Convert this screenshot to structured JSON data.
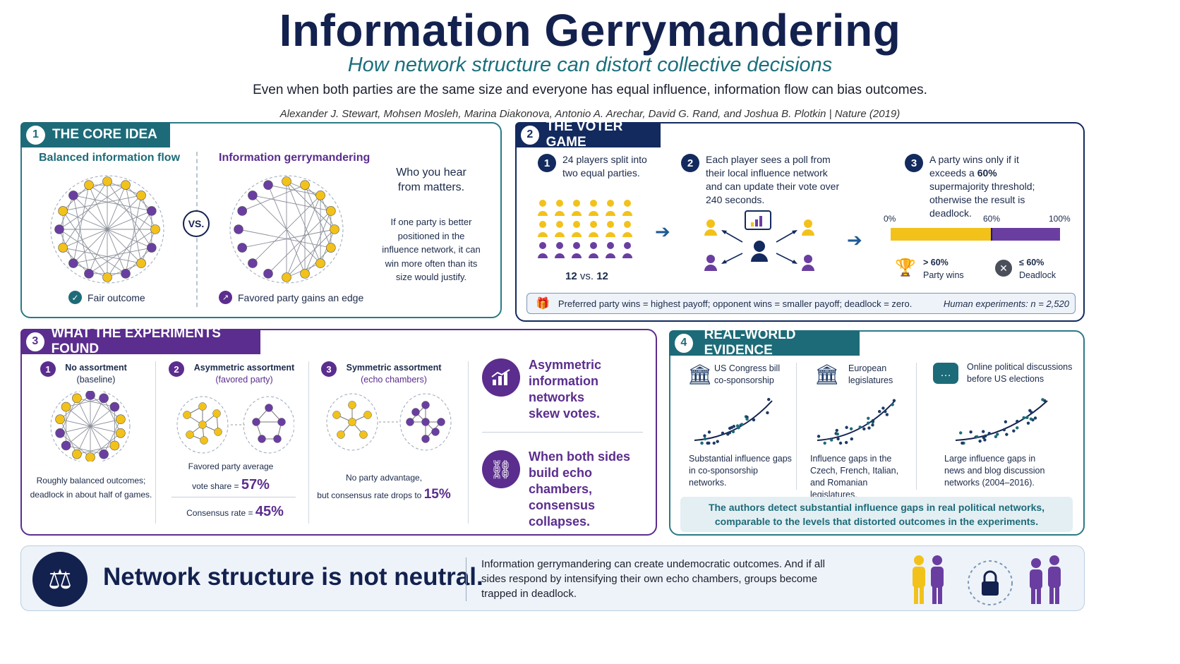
{
  "header": {
    "title": "Information Gerrymandering",
    "subtitle": "How network structure can distort collective decisions",
    "lede": "Even when both parties are the same size and everyone has equal influence, information flow can bias outcomes.",
    "citation": "Alexander J. Stewart, Mohsen Mosleh, Marina Diakonova, Antonio A. Arechar, David G. Rand, and Joshua B. Plotkin  |  Nature (2019)"
  },
  "core": {
    "num": "1",
    "title": "THE CORE IDEA",
    "left_label": "Balanced information flow",
    "right_label": "Information gerrymandering",
    "vs": "VS.",
    "left_caption": "Fair outcome",
    "right_caption": "Favored party gains an edge",
    "who_title": "Who you hear from matters.",
    "who_body": "If one party is better positioned in the influence network, it can win more often than its size would justify."
  },
  "voter": {
    "num": "2",
    "title": "THE VOTER GAME",
    "step1_num": "1",
    "step1": "24 players split into two equal parties.",
    "step2_num": "2",
    "step2": "Each player sees a poll from their local influence network and can update their vote over 240 seconds.",
    "step3_num": "3",
    "step3_a": "A party wins only if it exceeds a ",
    "step3_b": "60%",
    "step3_c": " supermajority threshold; otherwise the result is deadlock.",
    "split_a": "12",
    "split_vs": "vs.",
    "split_b": "12",
    "bar_0": "0%",
    "bar_60": "60%",
    "bar_100": "100%",
    "threshold_value": 0.6,
    "win_pct": "> 60%",
    "win_label": "Party wins",
    "dead_pct": "≤ 60%",
    "dead_label": "Deadlock",
    "payoff": "Preferred party wins = highest payoff; opponent wins = smaller payoff; deadlock = zero.",
    "experiments": "Human experiments: n = 2,520"
  },
  "experiments": {
    "num": "3",
    "title": "WHAT THE EXPERIMENTS FOUND",
    "c1_num": "1",
    "c1_title": "No assortment",
    "c1_sub": "(baseline)",
    "c1_text": "Roughly balanced outcomes; deadlock in about half of games.",
    "c2_num": "2",
    "c2_title": "Asymmetric assortment",
    "c2_sub": "(favored party)",
    "c2_text1": "Favored party average",
    "c2_text2": "vote share = ",
    "c2_value": "57%",
    "c2_text3": "Consensus rate = ",
    "c2_value2": "45%",
    "c3_num": "3",
    "c3_title": "Symmetric assortment",
    "c3_sub": "(echo chambers)",
    "c3_text1": "No party advantage,",
    "c3_text2": "but consensus rate drops to ",
    "c3_value": "15%",
    "takeaway1": "Asymmetric information networks skew votes.",
    "takeaway2": "When both sides build echo chambers, consensus collapses."
  },
  "evidence": {
    "num": "4",
    "title": "REAL-WORLD EVIDENCE",
    "e1_title": "US Congress bill co-sponsorship",
    "e1_text": "Substantial influence gaps in co-sponsorship networks.",
    "e2_title": "European legislatures",
    "e2_text": "Influence gaps in the Czech, French, Italian, and Romanian legislatures.",
    "e3_title": "Online political discussions before US elections",
    "e3_text": "Large influence gaps in news and blog discussion networks (2004–2016).",
    "summary": "The authors detect substantial influence gaps in real political networks, comparable to the levels that distorted outcomes in the experiments."
  },
  "footer": {
    "headline": "Network structure is not neutral.",
    "body": "Information gerrymandering can create undemocratic outcomes. And if all sides respond by intensifying their own echo chambers, groups become trapped in deadlock."
  },
  "colors": {
    "yellow": "#f2c21b",
    "purple": "#6a3ea1",
    "teal": "#1d6b78",
    "navy": "#132a5e"
  }
}
